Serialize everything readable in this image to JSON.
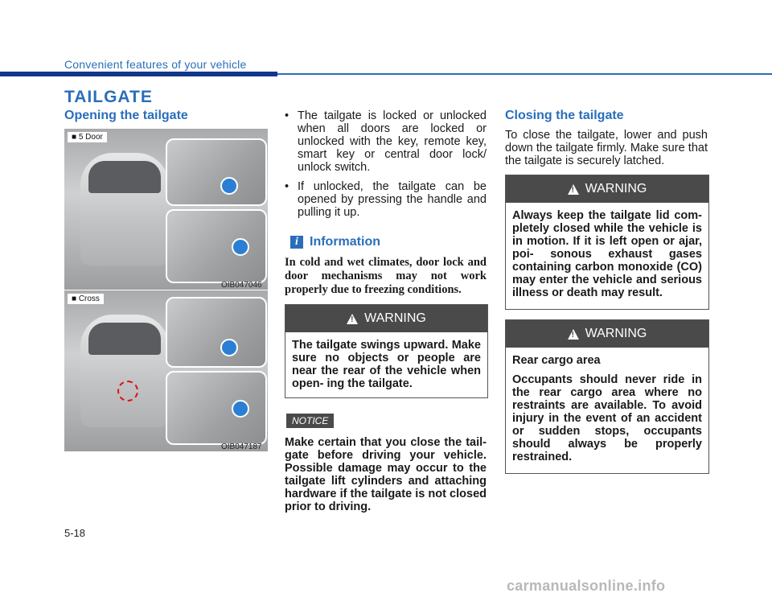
{
  "header": {
    "section_title": "Convenient features of your vehicle",
    "accent_color": "#2a6ebb",
    "rule_color": "#12378a"
  },
  "main_title": "TAILGATE",
  "opening": {
    "heading": "Opening the tailgate",
    "photo1": {
      "tag": "■ 5 Door",
      "code": "OIB047046"
    },
    "photo2": {
      "tag": "■ Cross",
      "code": "OIB047187"
    },
    "bullets": [
      "The tailgate is locked or unlocked when all doors are locked or unlocked with the key, remote key, smart key or central door lock/ unlock switch.",
      "If unlocked, the tailgate can be opened by pressing the handle and pulling it up."
    ],
    "information": {
      "icon": "i",
      "title": "Information",
      "text": "In cold and wet climates, door lock and door mechanisms may not work properly due to freezing conditions."
    },
    "warning": {
      "label": "WARNING",
      "text": "The tailgate swings upward. Make sure no objects or people are near the rear of the vehicle when open- ing the tailgate."
    },
    "notice": {
      "label": "NOTICE",
      "text": "Make certain that you close the tail- gate before driving your vehicle. Possible damage may occur to the tailgate lift cylinders and attaching hardware if the tailgate is not closed prior to driving."
    }
  },
  "closing": {
    "heading": "Closing the tailgate",
    "text": "To close the tailgate, lower and push down the tailgate firmly. Make sure that the tailgate is securely latched.",
    "warning1": {
      "label": "WARNING",
      "text": "Always keep the tailgate lid com- pletely closed while the vehicle is in motion. If it is left open or ajar, poi- sonous exhaust gases containing carbon monoxide (CO) may enter the vehicle and serious illness or death may result."
    },
    "warning2": {
      "label": "WARNING",
      "title": "Rear cargo area",
      "text": "Occupants should never ride in the rear cargo area where no restraints are available. To avoid injury in the event of an accident or sudden stops, occupants should always be properly restrained."
    }
  },
  "page_number": "5-18",
  "footer_url": "carmanualsonline.info"
}
